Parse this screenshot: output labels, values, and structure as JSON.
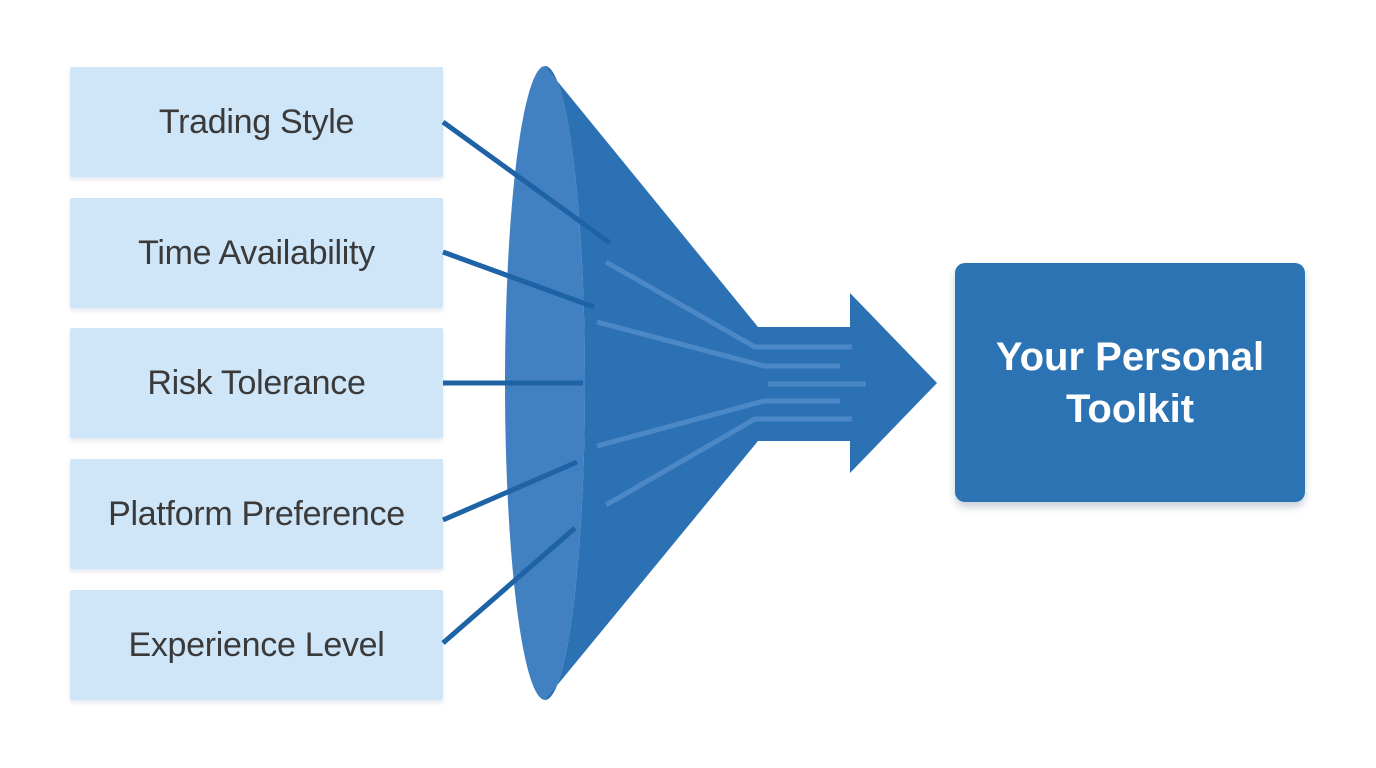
{
  "inputs": [
    {
      "label": "Trading Style"
    },
    {
      "label": "Time Availability"
    },
    {
      "label": "Risk Tolerance"
    },
    {
      "label": "Platform Preference"
    },
    {
      "label": "Experience Level"
    }
  ],
  "output": {
    "label": "Your Personal Toolkit"
  },
  "colors": {
    "background": "#ffffff",
    "input_box_fill": "#cfe5f8",
    "input_text": "#3a3a3a",
    "connector": "#1d63a6",
    "funnel_mouth": "#4181c2",
    "funnel_body": "#2b71b3",
    "streamline": "#4b88c5",
    "output_box_fill": "#2c73b4",
    "output_text": "#ffffff"
  }
}
